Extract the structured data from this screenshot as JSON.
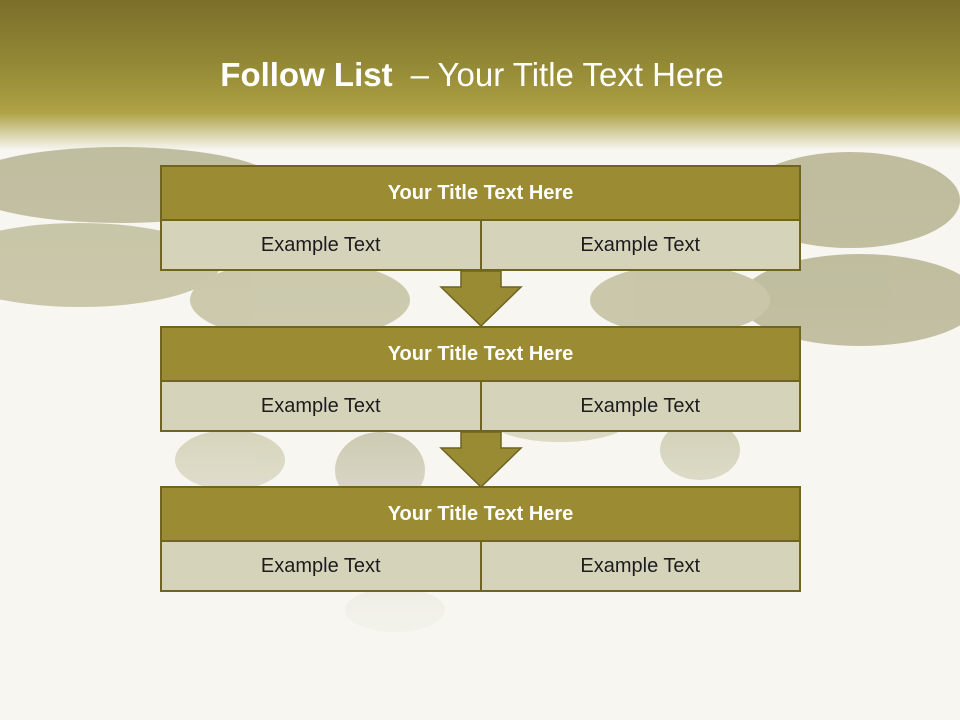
{
  "slide": {
    "title_bold": "Follow List",
    "title_rest": "– Your Title Text Here"
  },
  "blocks": [
    {
      "title": "Your Title Text Here",
      "left_text": "Example Text",
      "right_text": "Example Text"
    },
    {
      "title": "Your Title Text Here",
      "left_text": "Example Text",
      "right_text": "Example Text"
    },
    {
      "title": "Your Title Text Here",
      "left_text": "Example Text",
      "right_text": "Example Text"
    }
  ],
  "colors": {
    "header_top": "#7a6e2a",
    "block_title_fill": "#9b8c33",
    "block_cell_fill": "#d6d3bb",
    "border": "#6f6420",
    "arrow_fill": "#998b33"
  },
  "icons": [
    "down-arrow-icon"
  ]
}
